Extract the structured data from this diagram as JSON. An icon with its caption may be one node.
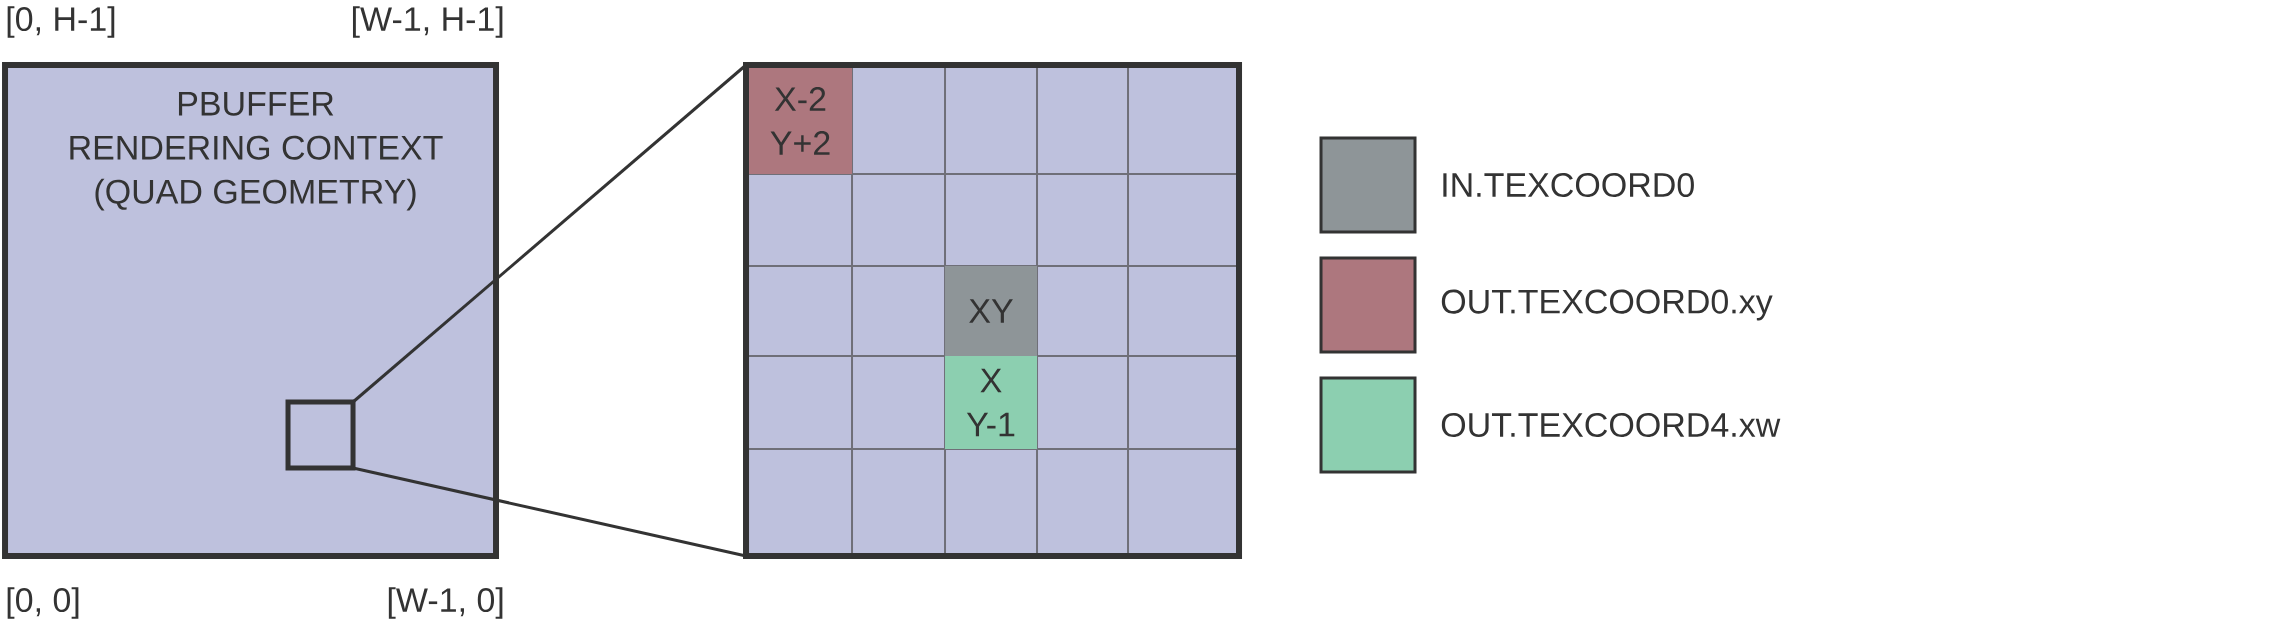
{
  "diagram": {
    "nodes": [
      {
        "text": [
          "PBUFFER RENDERING CONTEXT (QUAD GEOMETRY)"
        ]
      },
      {
        "text": [],
        "shape": "box",
        "in": 0
      },
      {
        "text": [],
        "shape": "box"
      },
      {
        "text": [
          "X-2 Y+2"
        ],
        "in": 2
      },
      {
        "text": [
          "XY"
        ],
        "in": 2
      },
      {
        "text": [
          "X Y-1"
        ],
        "in": 2
      }
    ],
    "edges": [
      {
        "from": 1,
        "to": 2,
        "arrow": "none"
      },
      {
        "from": 1,
        "to": 2,
        "arrow": "none"
      }
    ],
    "labels": [
      "[0, H-1]",
      "[W-1, H-1]",
      "[0, 0]",
      "[W-1, 0]"
    ],
    "legend": [
      {
        "text": "IN.TEXCOORD0",
        "color": "#8e9598"
      },
      {
        "text": "OUT.TEXCOORD0.xy",
        "color": "#ad777e"
      },
      {
        "text": "OUT.TEXCOORD4.xw",
        "color": "#8ccfb0"
      }
    ]
  }
}
